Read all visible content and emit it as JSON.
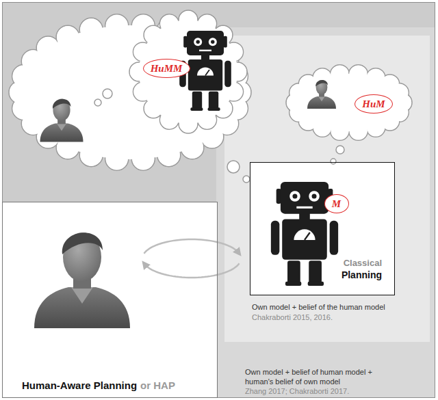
{
  "diagram": {
    "nodes": [
      {
        "text": [
          "Own model + belief of human model + human's belief of own model",
          "Zhang 2017; Chakraborti 2017."
        ]
      },
      {
        "text": [
          "HuMM"
        ],
        "in": 0
      },
      {
        "text": [
          "Own model + belief of the human model",
          "Chakraborti 2015, 2016."
        ],
        "in": 0
      },
      {
        "text": [
          "HuM"
        ],
        "in": 2
      },
      {
        "text": [
          "Classical",
          "Planning"
        ],
        "in": 2
      },
      {
        "text": [
          "M"
        ],
        "in": 4
      },
      {
        "text": [
          "Human-Aware Planning",
          "or HAP"
        ],
        "in": 0
      }
    ]
  }
}
